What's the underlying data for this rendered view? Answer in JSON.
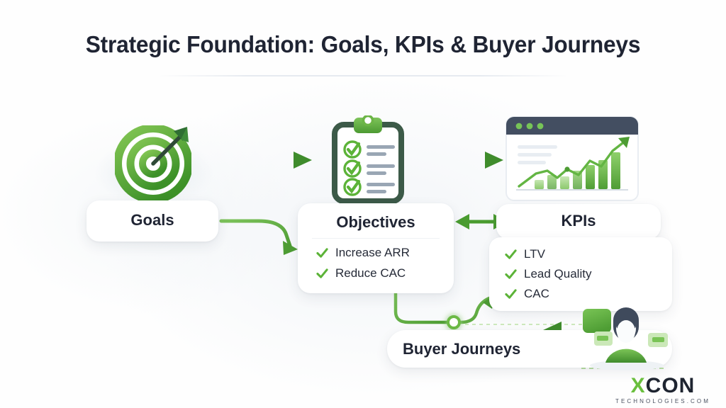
{
  "header": {
    "title": "Strategic Foundation: Goals, KPIs & Buyer Journeys"
  },
  "colors": {
    "accent_green": "#5cb338",
    "accent_green_dark": "#3d8b2e",
    "title_navy": "#1f2433",
    "card_white": "#ffffff",
    "page_background": "#fefefe",
    "chart_header_slate": "#434e61",
    "clipboard_border": "#3c5a48"
  },
  "nodes": {
    "goals": {
      "label": "Goals",
      "icon": "target-bullseye-arrow-icon"
    },
    "objectives": {
      "label": "Objectives",
      "icon": "clipboard-checklist-icon",
      "items": [
        {
          "label": "Increase ARR",
          "icon": "check-icon"
        },
        {
          "label": "Reduce CAC",
          "icon": "check-icon"
        }
      ]
    },
    "kpis": {
      "label": "KPIs",
      "icon": "chart-window-icon",
      "items": [
        {
          "label": "LTV",
          "icon": "check-icon"
        },
        {
          "label": "Lead Quality",
          "icon": "check-icon"
        },
        {
          "label": "CAC",
          "icon": "check-icon"
        }
      ]
    },
    "buyer_journeys": {
      "label": "Buyer Journeys",
      "icon": "persona-avatar-icon"
    }
  },
  "connectors": [
    {
      "name": "goals-to-objectives",
      "icon": "arrow-right-icon"
    },
    {
      "name": "goals-to-objectives-list",
      "icon": "curved-arrow-down-right-icon"
    },
    {
      "name": "objectives-to-kpis",
      "icon": "arrow-right-icon"
    },
    {
      "name": "kpis-to-objectives",
      "icon": "arrow-left-right-icon"
    },
    {
      "name": "objectives-to-kpis-list",
      "icon": "curved-arrow-up-right-icon"
    },
    {
      "name": "persona-to-kpis",
      "icon": "arrow-left-icon"
    },
    {
      "name": "persona-to-buyer-journeys",
      "icon": "arrow-left-icon"
    }
  ],
  "logo": {
    "x_letter": "X",
    "word": "CON",
    "tagline": "TECHNOLOGIES.COM"
  }
}
